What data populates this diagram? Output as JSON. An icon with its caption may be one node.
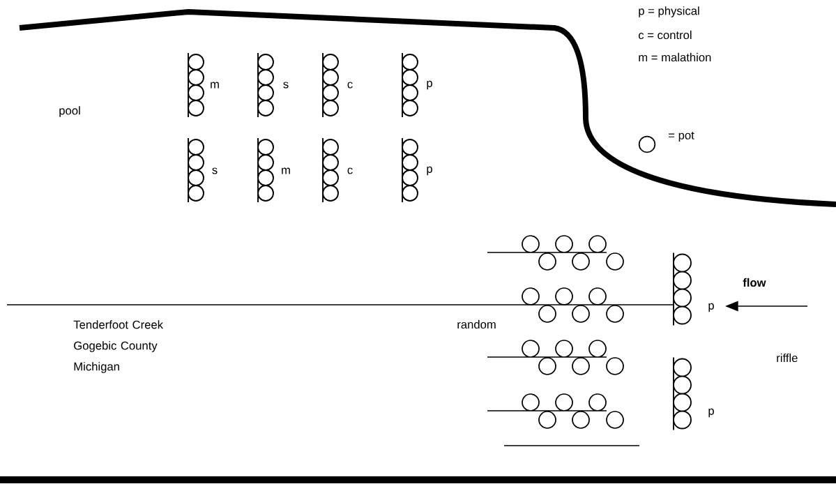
{
  "diagram": {
    "labels": [
      "p = physical",
      "c = control",
      "m = malathion",
      "pool",
      "m",
      "s",
      "c",
      "p",
      "s",
      "m",
      "c",
      "p",
      "flow",
      "Tenderfoot Creek Gogebic County Michigan",
      "random",
      "p",
      "riffle",
      "p"
    ],
    "legend": [
      {
        "text": "= pot"
      }
    ]
  }
}
